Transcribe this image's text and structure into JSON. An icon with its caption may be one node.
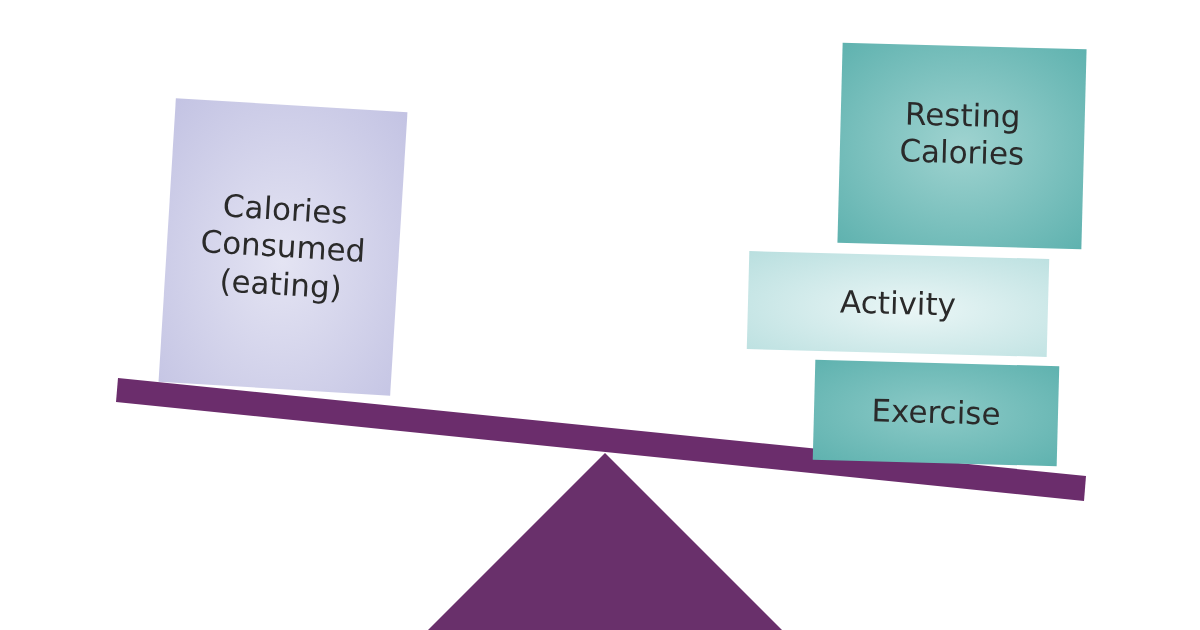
{
  "diagram": {
    "nodes": [
      {
        "text": [
          "Calories Consumed (eating)"
        ]
      },
      {
        "text": [
          "Resting Calories"
        ]
      },
      {
        "text": [
          "Activity"
        ]
      },
      {
        "text": [
          "Exercise"
        ]
      }
    ]
  }
}
